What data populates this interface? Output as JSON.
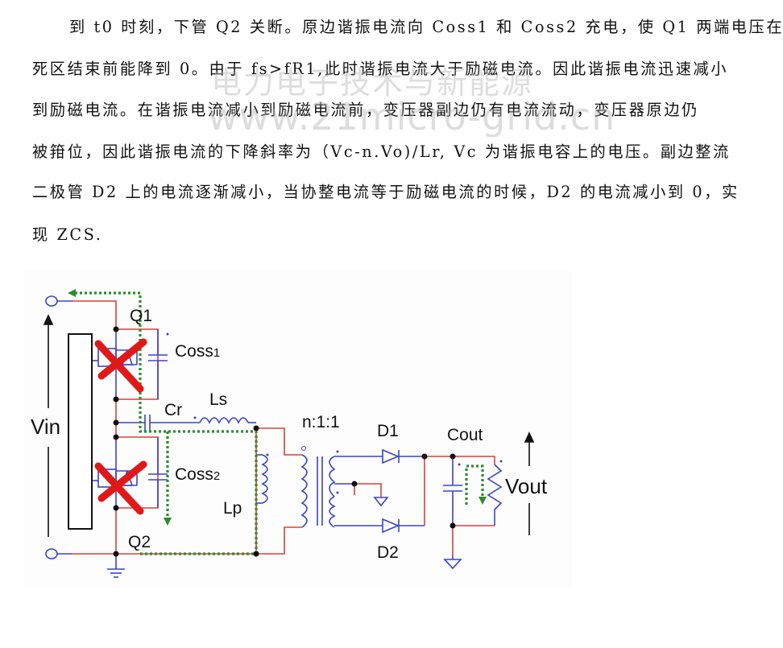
{
  "document": {
    "paragraph_lines": [
      "到 t0 时刻，下管 Q2 关断。原边谐振电流向 Coss1 和 Coss2 充电，使 Q1 两端电压在",
      "死区结束前能降到 0。由于 fs>fR1,此时谐振电流大于励磁电流。因此谐振电流迅速减小",
      "到励磁电流。在谐振电流减小到励磁电流前，变压器副边仍有电流流动，变压器原边仍",
      "被箝位，因此谐振电流的下降斜率为（Vc-n.Vo)/Lr, Vc 为谐振电容上的电压。副边整流",
      "二极管 D2 上的电流逐渐减小，当协整电流等于励磁电流的时候，D2 的电流减小到 0，实",
      "现 ZCS."
    ],
    "watermark": {
      "line1": "电力电子技术与新能源",
      "line2": "www.21micro-grid.cn"
    }
  },
  "circuit": {
    "labels": {
      "q1": "Q1",
      "q2": "Q2",
      "coss1_main": "Coss",
      "coss1_sub": "1",
      "coss2_main": "Coss",
      "coss2_sub": "2",
      "cr": "Cr",
      "ls": "Ls",
      "lp": "Lp",
      "vin": "Vin",
      "ratio": "n:1:1",
      "d1": "D1",
      "d2": "D2",
      "cout": "Cout",
      "vout": "Vout"
    },
    "colors": {
      "wire_red": "#d9403a",
      "wire_blue": "#3a44c8",
      "current_path": "#2e8b2e",
      "off_mark": "#e01818",
      "node": "#111111"
    },
    "switch_states": {
      "q1": "off",
      "q2": "off"
    }
  }
}
